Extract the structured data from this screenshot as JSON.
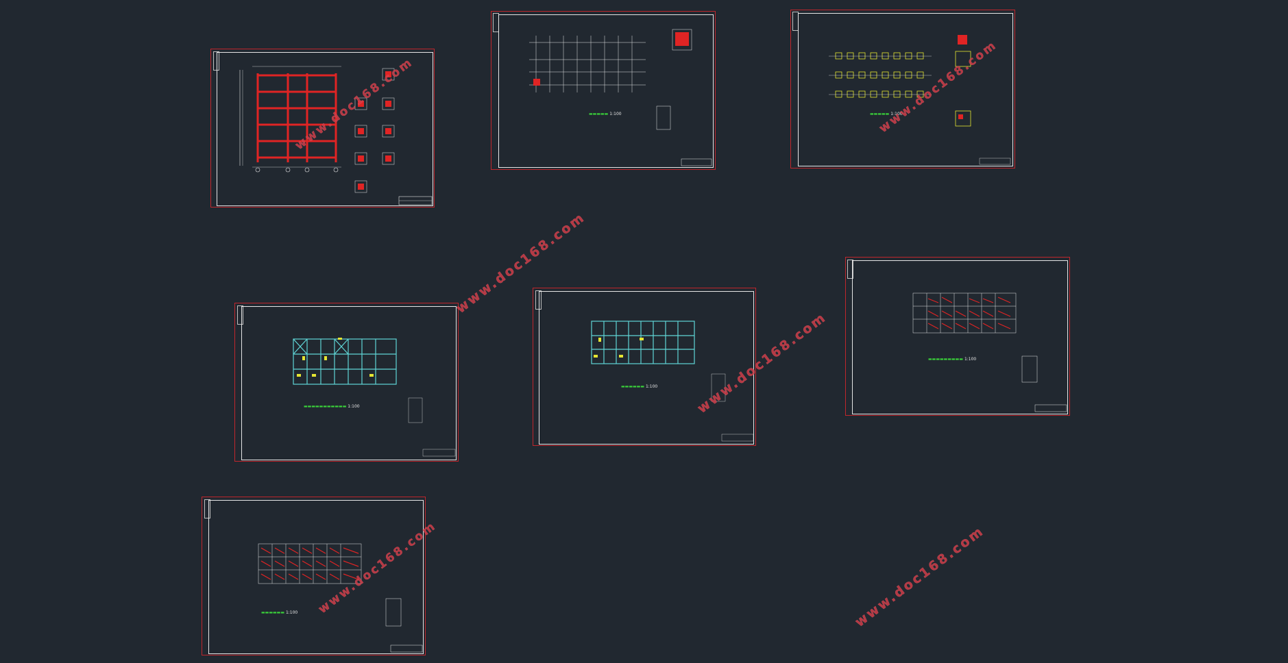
{
  "app": {
    "background": "#212830",
    "border_color": "#c0262c",
    "drawing_line_color": "#e6e6e6"
  },
  "watermark": {
    "text": "www.doc168.com",
    "color": "#cf3c48"
  },
  "sheets": [
    {
      "id": "sheet-frame-elevation",
      "caption": ""
    },
    {
      "id": "sheet-foundation-plan",
      "caption": "1:100"
    },
    {
      "id": "sheet-pile-cap-plan",
      "caption": "1:100"
    },
    {
      "id": "sheet-floor-beam-plan",
      "caption": "1:100"
    },
    {
      "id": "sheet-roof-beam-plan",
      "caption": "1:100"
    },
    {
      "id": "sheet-slab-reinforcement-plan",
      "caption": "1:100"
    },
    {
      "id": "sheet-roof-slab-plan",
      "caption": "1:100"
    }
  ],
  "colors": {
    "red_member": "#e02424",
    "yellow_member": "#e5e532",
    "cyan_member": "#5fd6d6",
    "green_title": "#3ad13a",
    "white_line": "#e6e6e6"
  }
}
